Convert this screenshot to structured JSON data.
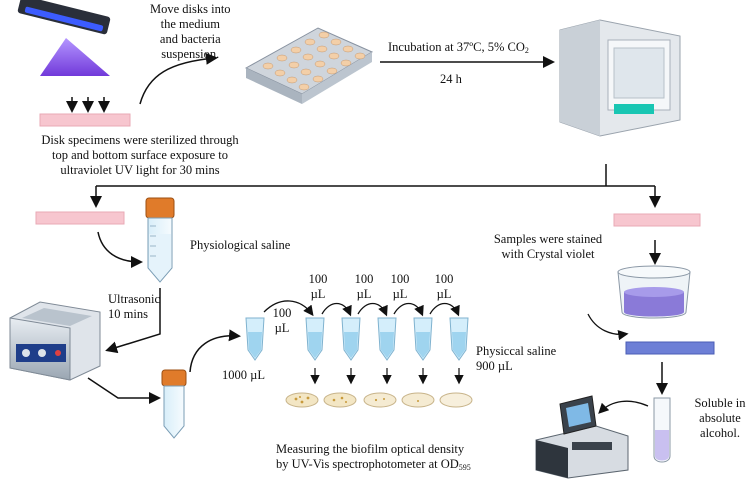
{
  "labels": {
    "move_disks": [
      "Move disks into",
      "the medium",
      "and bacteria",
      "suspension."
    ],
    "incubation": "Incubation at  37ºC, 5% CO",
    "incubation_sub": "2",
    "incubation_time": "24 h",
    "sterilization": [
      "Disk specimens were  sterilized through",
      "top and bottom surface exposure to",
      "ultraviolet UV light for 30 mins"
    ],
    "physiological_saline": "Physiological saline",
    "ultrasonic": [
      "Ultrasonic",
      "10 mins"
    ],
    "samples_stained": [
      "Samples were stained",
      "with Crystal violet"
    ],
    "transfer_volumes": [
      "100",
      "µL",
      "100",
      "µL",
      "100",
      "µL",
      "100",
      "µL"
    ],
    "first_transfer": [
      "100",
      "µL"
    ],
    "initial_volume": "1000 µL",
    "diluent": [
      "Physiccal saline",
      "900 µL"
    ],
    "soluble": [
      "Soluble in",
      "absolute",
      "alcohol."
    ],
    "measuring": "Measuring the biofilm optical density",
    "measuring_line2": "by UV-Vis spectrophotometer at OD",
    "measuring_sub": "595"
  },
  "colors": {
    "uv_purple": "#7a3fe0",
    "disk_pink": "#f7c6cf",
    "tube_cap": "#e07b2a",
    "crystal_violet": "#8a7ad8",
    "stained_disk": "#6d7fd6",
    "liquid_blue": "#9fd4ef"
  },
  "icons": [
    "uv-lamp-icon",
    "well-plate-icon",
    "incubator-icon",
    "falcon-tube-icon",
    "ultrasonic-bath-icon",
    "eppendorf-tube-icon",
    "petri-dish-icon",
    "staining-beaker-icon",
    "test-tube-icon",
    "spectrophotometer-icon"
  ]
}
